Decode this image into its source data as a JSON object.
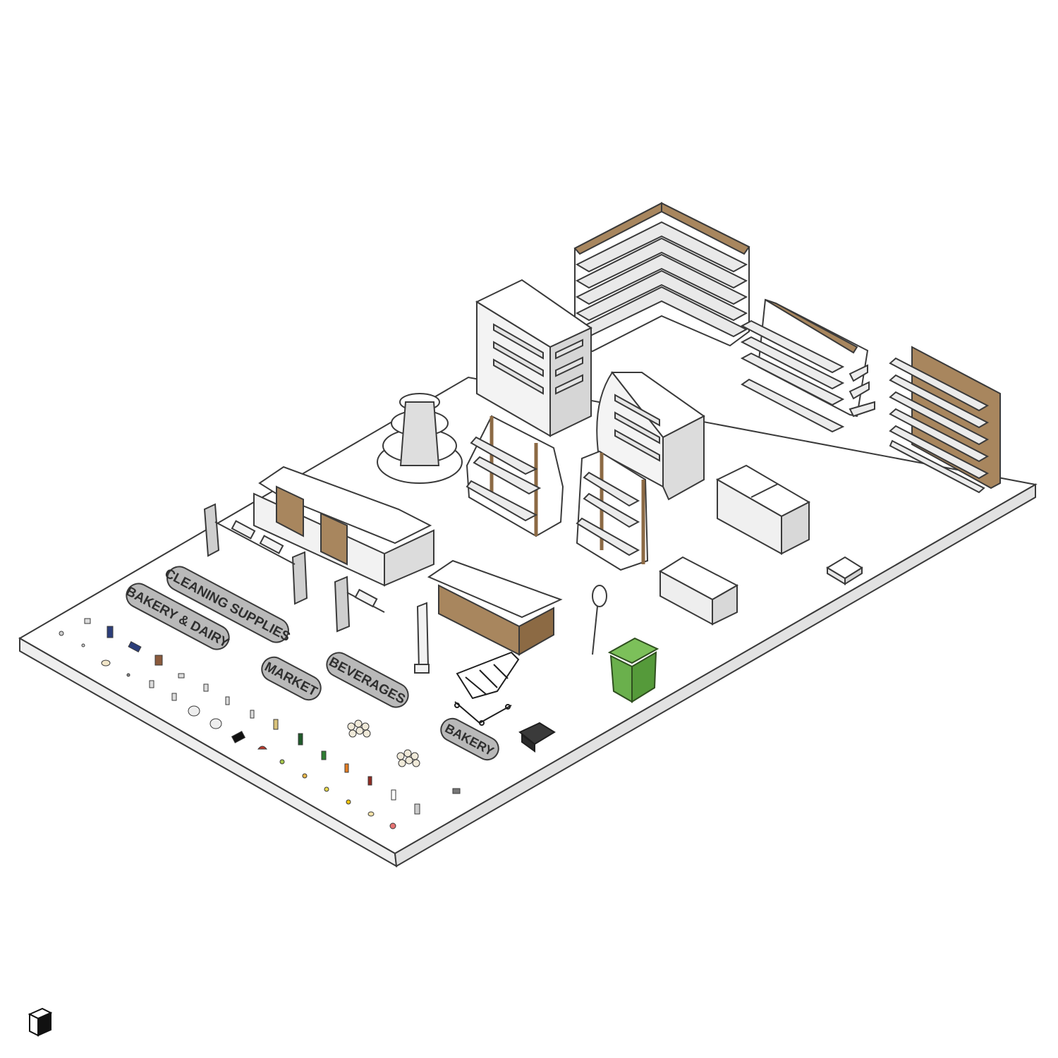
{
  "scene": {
    "description_mode": "isometric supermarket equipment layout",
    "colors": {
      "floor_top": "#ffffff",
      "floor_edge": "#e6e6e6",
      "outline": "#3a3a3a",
      "wood": "#a8865e",
      "metal": "#d9d9d9",
      "sign_fill": "#b9b9b9",
      "bin_green": "#6ab04c",
      "wire_dark": "#1e1e1e"
    }
  },
  "signs": {
    "cleaning": "CLEANING SUPPLIES",
    "bakery_dairy": "BAKERY & DAIRY",
    "market": "MARKET",
    "beverages": "BEVERAGES",
    "bakery": "BAKERY"
  },
  "icons": {
    "logo": "cube-logo-icon"
  }
}
